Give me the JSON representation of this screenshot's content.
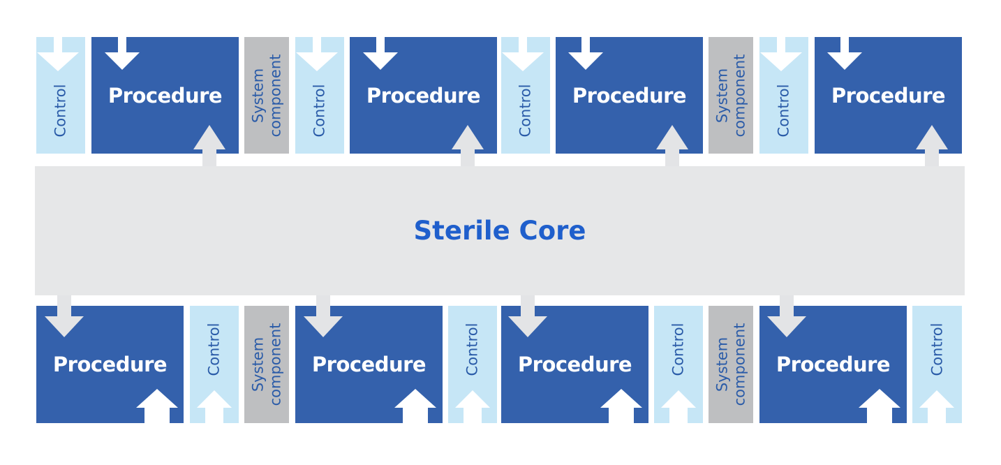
{
  "colors": {
    "procedure": "#3461AC",
    "control": "#C6E6F6",
    "control_text": "#2A5BA8",
    "system_component": "#BEBFC1",
    "system_text": "#2A5BA8",
    "core": "#E6E7E8",
    "core_text": "#1F5FCC",
    "arrow": "#E3E4E6"
  },
  "core": {
    "label": "Sterile Core"
  },
  "top_row": {
    "procedures": [
      "Procedure",
      "Procedure",
      "Procedure",
      "Procedure"
    ],
    "controls": [
      "Control",
      "Control",
      "Control",
      "Control"
    ],
    "system_components": [
      "System component",
      "System component"
    ]
  },
  "bottom_row": {
    "procedures": [
      "Procedure",
      "Procedure",
      "Procedure",
      "Procedure"
    ],
    "controls": [
      "Control",
      "Control",
      "Control",
      "Control"
    ],
    "system_components": [
      "System component",
      "System component"
    ]
  }
}
